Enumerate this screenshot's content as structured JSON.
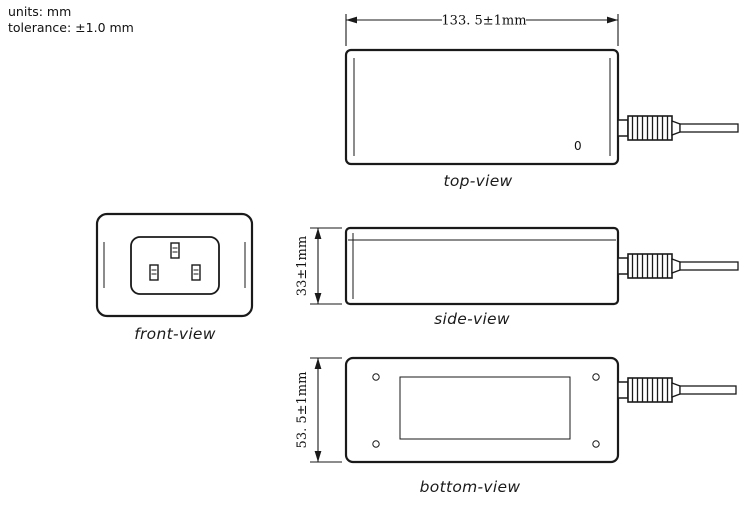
{
  "meta": {
    "units": "units: mm",
    "tolerance": "tolerance: ±1.0 mm"
  },
  "views": {
    "top": {
      "label": "top-view",
      "width_dim": "133. 5±1mm",
      "marking": "0"
    },
    "front": {
      "label": "front-view"
    },
    "side": {
      "label": "side-view",
      "height_dim": "33±1mm"
    },
    "bottom": {
      "label": "bottom-view",
      "depth_dim": "53. 5±1mm"
    }
  },
  "colors": {
    "line": "#1a1a1a",
    "background": "#ffffff"
  }
}
